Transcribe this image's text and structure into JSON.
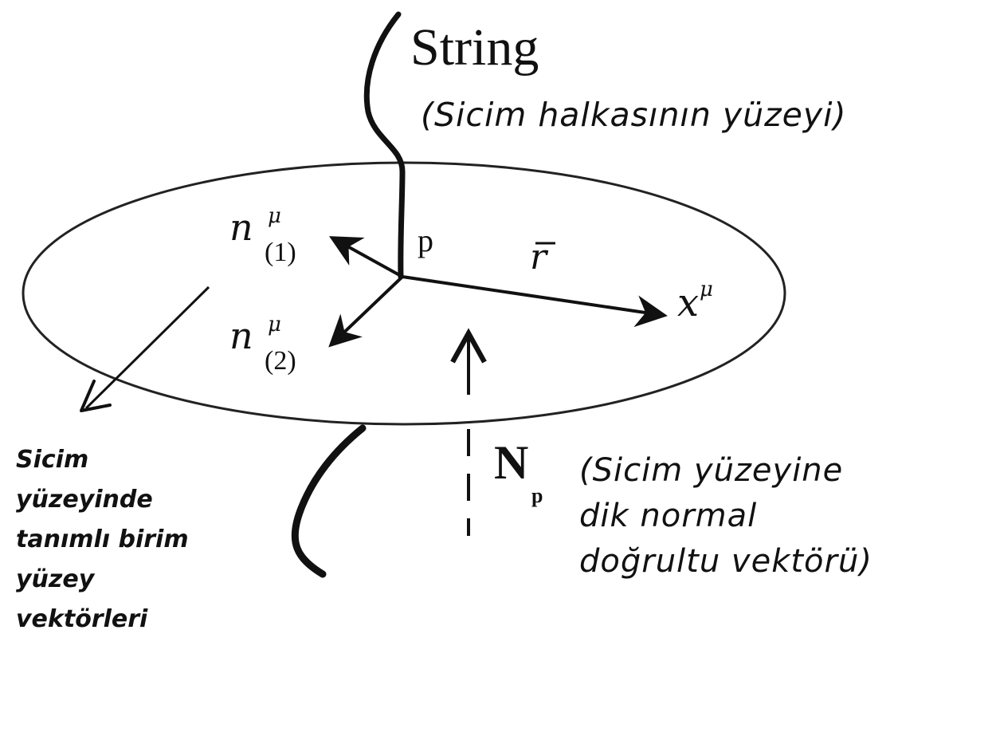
{
  "labels": {
    "title": "String",
    "subtitle": "(Sicim halkasının yüzeyi)",
    "point": "p",
    "radius": "r",
    "position_vector": "x",
    "position_superscript": "μ",
    "n_symbol": "n",
    "n_superscript": "μ",
    "n1_subscript": "(1)",
    "n2_subscript": "(2)",
    "normal_symbol": "N",
    "normal_subscript": "p",
    "left_note": "Sicim\nyüzeyinde\ntanımlı birim\nyüzey\nvektörleri",
    "right_note": "(Sicim yüzeyine\ndik normal\ndoğrultu vektörü)"
  },
  "colors": {
    "ink": "#111111",
    "background": "#ffffff"
  }
}
